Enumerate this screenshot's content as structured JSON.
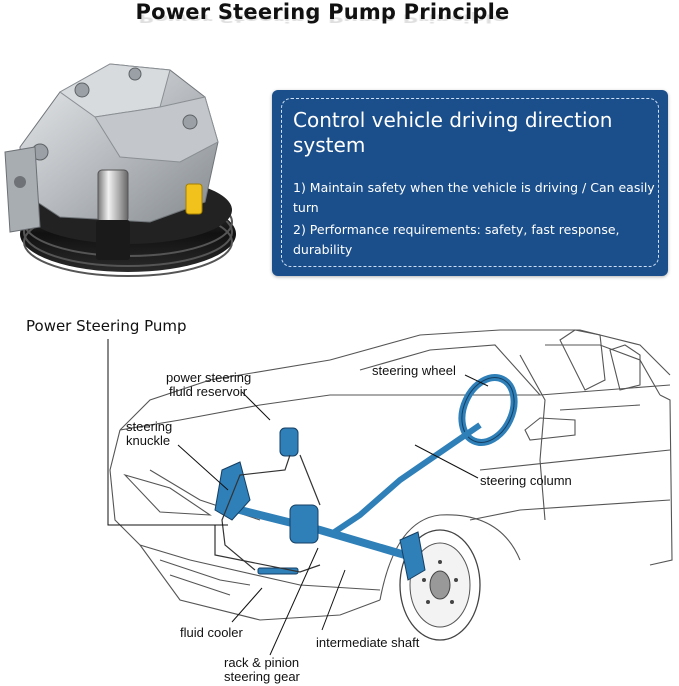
{
  "title": "Power Steering Pump Principle",
  "panel": {
    "heading": "Control vehicle driving direction system",
    "line1": "1) Maintain safety when the vehicle is driving / Can easily turn",
    "line2": "2) Performance requirements: safety, fast response, durability"
  },
  "diagram": {
    "main_label": "Power Steering Pump",
    "labels": {
      "reservoir_1": "power steering",
      "reservoir_2": "fluid reservoir",
      "knuckle_1": "steering",
      "knuckle_2": "knuckle",
      "wheel": "steering wheel",
      "column": "steering column",
      "cooler": "fluid cooler",
      "shaft": "intermediate shaft",
      "gear_1": "rack & pinion",
      "gear_2": "steering gear"
    }
  },
  "colors": {
    "panel": "#1b4f8b",
    "highlight": "#2f7fb8",
    "metal": "#b8bcc0"
  }
}
